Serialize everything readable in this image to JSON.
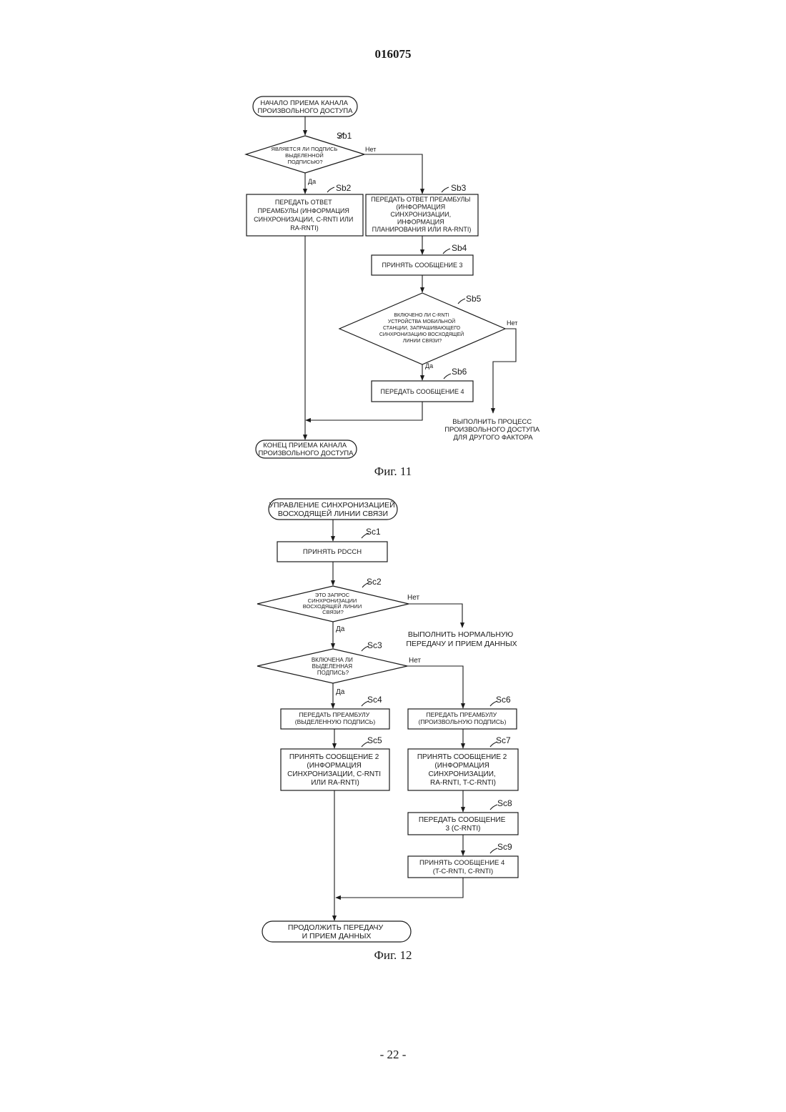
{
  "header": {
    "page_code": "016075"
  },
  "footer": {
    "page_number": "- 22 -"
  },
  "fig11": {
    "caption": "Фиг. 11",
    "start": [
      "НАЧАЛО ПРИЕМА КАНАЛА",
      "ПРОИЗВОЛЬНОГО ДОСТУПА"
    ],
    "sb1": {
      "label": "Sb1",
      "lines": [
        "ЯВЛЯЕТСЯ ЛИ ПОДПИСЬ",
        "ВЫДЕЛЕННОЙ",
        "ПОДПИСЬЮ?"
      ],
      "no": "Нет",
      "yes": "Да"
    },
    "sb2": {
      "label": "Sb2",
      "lines": [
        "ПЕРЕДАТЬ ОТВЕТ",
        "ПРЕАМБУЛЫ (ИНФОРМАЦИЯ",
        "СИНХРОНИЗАЦИИ, C-RNTI ИЛИ",
        "RA-RNTI)"
      ]
    },
    "sb3": {
      "label": "Sb3",
      "lines": [
        "ПЕРЕДАТЬ ОТВЕТ ПРЕАМБУЛЫ",
        "(ИНФОРМАЦИЯ",
        "СИНХРОНИЗАЦИИ,",
        "ИНФОРМАЦИЯ",
        "ПЛАНИРОВАНИЯ ИЛИ RA-RNTI)"
      ]
    },
    "sb4": {
      "label": "Sb4",
      "lines": [
        "ПРИНЯТЬ СООБЩЕНИЕ 3"
      ]
    },
    "sb5": {
      "label": "Sb5",
      "lines": [
        "ВКЛЮЧЕНО ЛИ C-RNTI",
        "УСТРОЙСТВА МОБИЛЬНОЙ",
        "СТАНЦИИ, ЗАПРАШИВАЮЩЕГО",
        "СИНХРОНИЗАЦИЮ ВОСХОДЯЩЕЙ",
        "ЛИНИИ СВЯЗИ?"
      ],
      "no": "Нет",
      "yes": "Да"
    },
    "sb6": {
      "label": "Sb6",
      "lines": [
        "ПЕРЕДАТЬ СООБЩЕНИЕ 4"
      ]
    },
    "other": [
      "ВЫПОЛНИТЬ ПРОЦЕСС",
      "ПРОИЗВОЛЬНОГО ДОСТУПА",
      "ДЛЯ ДРУГОГО ФАКТОРА"
    ],
    "end": [
      "КОНЕЦ ПРИЕМА КАНАЛА",
      "ПРОИЗВОЛЬНОГО ДОСТУПА"
    ]
  },
  "fig12": {
    "caption": "Фиг. 12",
    "start": [
      "УПРАВЛЕНИЕ СИНХРОНИЗАЦИЕЙ",
      "ВОСХОДЯЩЕЙ ЛИНИИ СВЯЗИ"
    ],
    "sc1": {
      "label": "Sc1",
      "lines": [
        "ПРИНЯТЬ PDCCH"
      ]
    },
    "sc2": {
      "label": "Sc2",
      "lines": [
        "ЭТО ЗАПРОС",
        "СИНХРОНИЗАЦИИ",
        "ВОСХОДЯЩЕЙ ЛИНИИ",
        "СВЯЗИ?"
      ],
      "no": "Нет",
      "yes": "Да"
    },
    "normal": [
      "ВЫПОЛНИТЬ НОРМАЛЬНУЮ",
      "ПЕРЕДАЧУ И ПРИЕМ ДАННЫХ"
    ],
    "sc3": {
      "label": "Sc3",
      "lines": [
        "ВКЛЮЧЕНА ЛИ",
        "ВЫДЕЛЕННАЯ",
        "ПОДПИСЬ?"
      ],
      "no": "Нет",
      "yes": "Да"
    },
    "sc4": {
      "label": "Sc4",
      "lines": [
        "ПЕРЕДАТЬ ПРЕАМБУЛУ",
        "(ВЫДЕЛЕННУЮ ПОДПИСЬ)"
      ]
    },
    "sc5": {
      "label": "Sc5",
      "lines": [
        "ПРИНЯТЬ СООБЩЕНИЕ 2",
        "(ИНФОРМАЦИЯ",
        "СИНХРОНИЗАЦИИ, C-RNTI",
        "ИЛИ RA-RNTI)"
      ]
    },
    "sc6": {
      "label": "Sc6",
      "lines": [
        "ПЕРЕДАТЬ ПРЕАМБУЛУ",
        "(ПРОИЗВОЛЬНУЮ ПОДПИСЬ)"
      ]
    },
    "sc7": {
      "label": "Sc7",
      "lines": [
        "ПРИНЯТЬ СООБЩЕНИЕ 2",
        "(ИНФОРМАЦИЯ",
        "СИНХРОНИЗАЦИИ,",
        "RA-RNTI, T-C-RNTI)"
      ]
    },
    "sc8": {
      "label": "Sc8",
      "lines": [
        "ПЕРЕДАТЬ СООБЩЕНИЕ",
        "3 (C-RNTI)"
      ]
    },
    "sc9": {
      "label": "Sc9",
      "lines": [
        "ПРИНЯТЬ СООБЩЕНИЕ 4",
        "(T-C-RNTI, C-RNTI)"
      ]
    },
    "end": [
      "ПРОДОЛЖИТЬ ПЕРЕДАЧУ",
      "И ПРИЕМ ДАННЫХ"
    ]
  }
}
